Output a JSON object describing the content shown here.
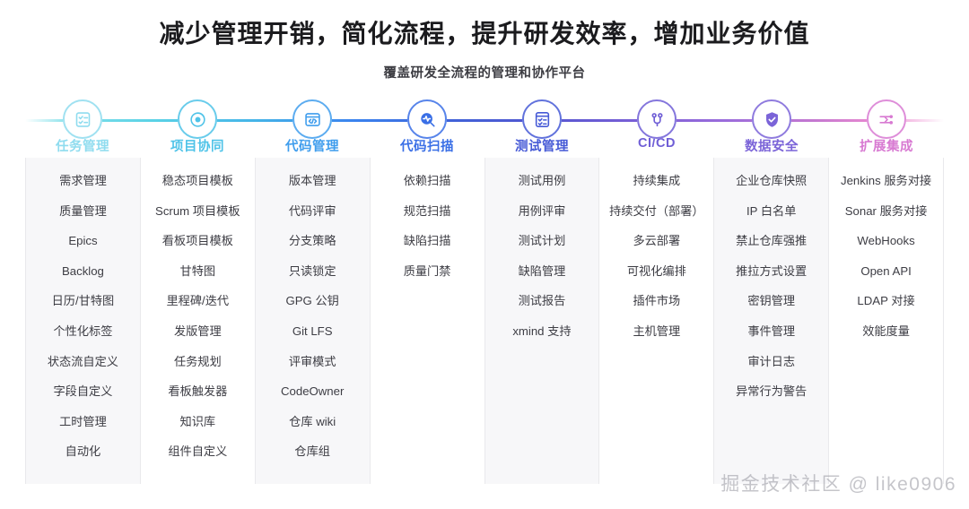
{
  "header": {
    "title": "减少管理开销，简化流程，提升研发效率，增加业务价值",
    "subtitle": "覆盖研发全流程的管理和协作平台"
  },
  "watermark": "掘金技术社区 @ like0906",
  "theme": {
    "rail_gradient_stops": [
      "#7fdfe9",
      "#5ad2e6",
      "#45b4e8",
      "#3a82ee",
      "#3f62d8",
      "#5356d0",
      "#7b5fd6",
      "#9a6cdb",
      "#c578d0",
      "#ec8bd0"
    ],
    "column_tint": "#f7f7f9",
    "column_plain": "#ffffff",
    "divider": "#e9e9ec",
    "text": "#3d3d44",
    "title_color": "#1b1b1e"
  },
  "stages": [
    {
      "label": "任务管理",
      "icon": "task-checklist-icon",
      "color": "#8fdcef",
      "tint": true,
      "items": [
        "需求管理",
        "质量管理",
        "Epics",
        "Backlog",
        "日历/甘特图",
        "个性化标签",
        "状态流自定义",
        "字段自定义",
        "工时管理",
        "自动化"
      ]
    },
    {
      "label": "项目协同",
      "icon": "target-circle-icon",
      "color": "#4fc3e8",
      "tint": false,
      "items": [
        "稳态项目模板",
        "Scrum 项目模板",
        "看板项目模板",
        "甘特图",
        "里程碑/迭代",
        "发版管理",
        "任务规划",
        "看板触发器",
        "知识库",
        "组件自定义"
      ]
    },
    {
      "label": "代码管理",
      "icon": "code-brackets-icon",
      "color": "#3f9ded",
      "tint": true,
      "items": [
        "版本管理",
        "代码评审",
        "分支策略",
        "只读锁定",
        "GPG 公钥",
        "Git LFS",
        "评审模式",
        "CodeOwner",
        "仓库 wiki",
        "仓库组"
      ]
    },
    {
      "label": "代码扫描",
      "icon": "scan-magnifier-pulse-icon",
      "color": "#3a6fe6",
      "tint": false,
      "items": [
        "依赖扫描",
        "规范扫描",
        "缺陷扫描",
        "质量门禁"
      ]
    },
    {
      "label": "测试管理",
      "icon": "clipboard-test-icon",
      "color": "#4559d6",
      "tint": true,
      "items": [
        "测试用例",
        "用例评审",
        "测试计划",
        "缺陷管理",
        "测试报告",
        "xmind 支持"
      ]
    },
    {
      "label": "CI/CD",
      "icon": "pipeline-icon",
      "color": "#6f5ed6",
      "tint": false,
      "items": [
        "持续集成",
        "持续交付（部署）",
        "多云部署",
        "可视化编排",
        "插件市场",
        "主机管理"
      ]
    },
    {
      "label": "数据安全",
      "icon": "shield-check-icon",
      "color": "#7b64d8",
      "tint": true,
      "items": [
        "企业仓库快照",
        "IP 白名单",
        "禁止仓库强推",
        "推拉方式设置",
        "密钥管理",
        "事件管理",
        "审计日志",
        "异常行为警告"
      ]
    },
    {
      "label": "扩展集成",
      "icon": "network-nodes-icon",
      "color": "#d87ad2",
      "tint": false,
      "items": [
        "Jenkins 服务对接",
        "Sonar 服务对接",
        "WebHooks",
        "Open API",
        "LDAP 对接",
        "效能度量"
      ]
    }
  ]
}
